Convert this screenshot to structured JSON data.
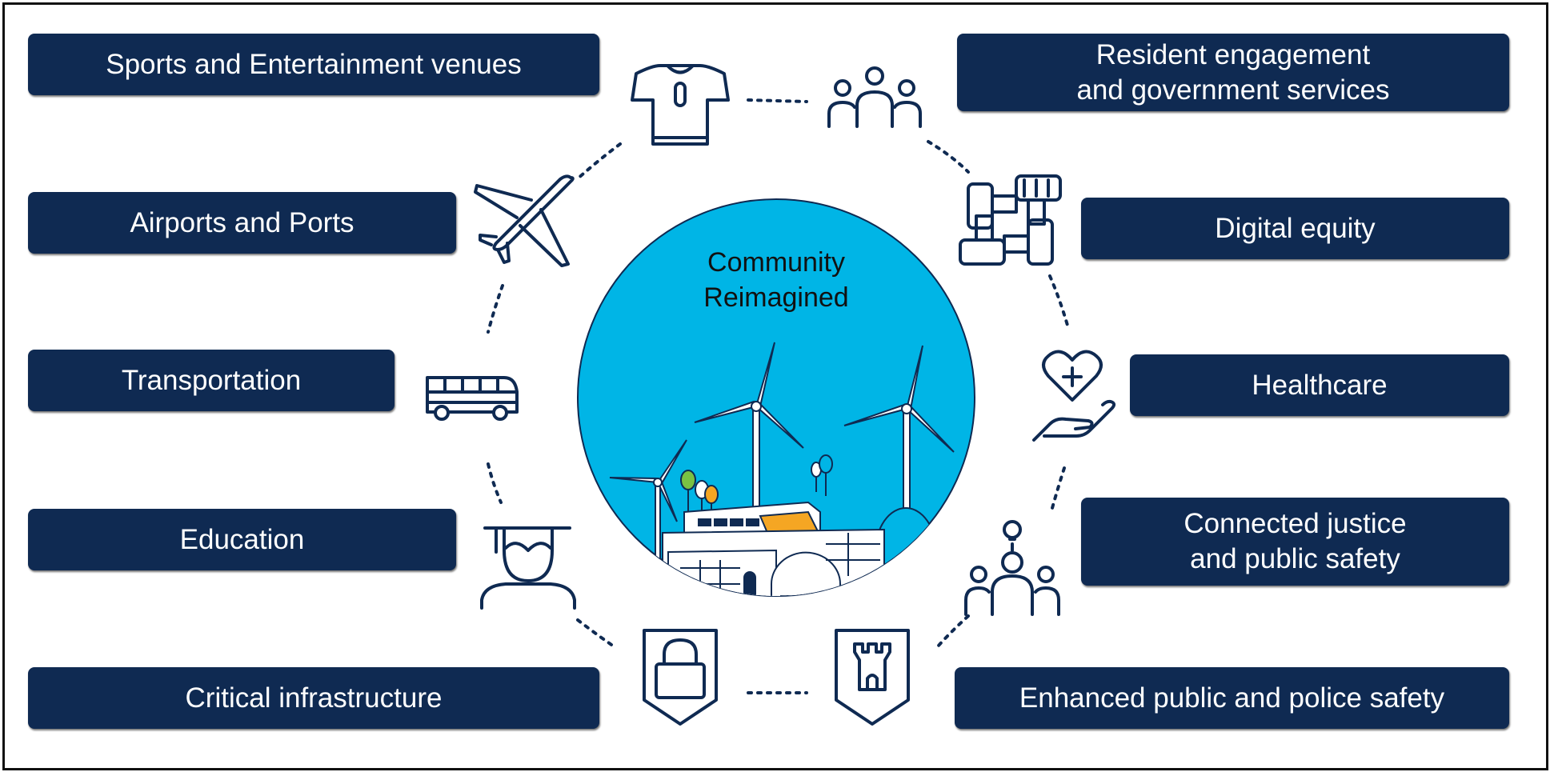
{
  "center": {
    "title": "Community\nReimagined"
  },
  "colors": {
    "navy": "#0f2a52",
    "circle": "#00b5e6",
    "accent": "#f5a623"
  },
  "left_labels": [
    "Sports and Entertainment venues",
    "Airports and Ports",
    "Transportation",
    "Education",
    "Critical infrastructure"
  ],
  "right_labels": [
    "Resident engagement\nand government services",
    "Digital equity",
    "Healthcare",
    "Connected justice\nand public safety",
    "Enhanced public and police safety"
  ],
  "icons": [
    "jersey-icon",
    "people-group-icon",
    "airplane-icon",
    "joined-hands-icon",
    "bus-icon",
    "heart-hand-icon",
    "graduate-icon",
    "idea-people-icon",
    "lock-shield-icon",
    "tower-shield-icon"
  ]
}
